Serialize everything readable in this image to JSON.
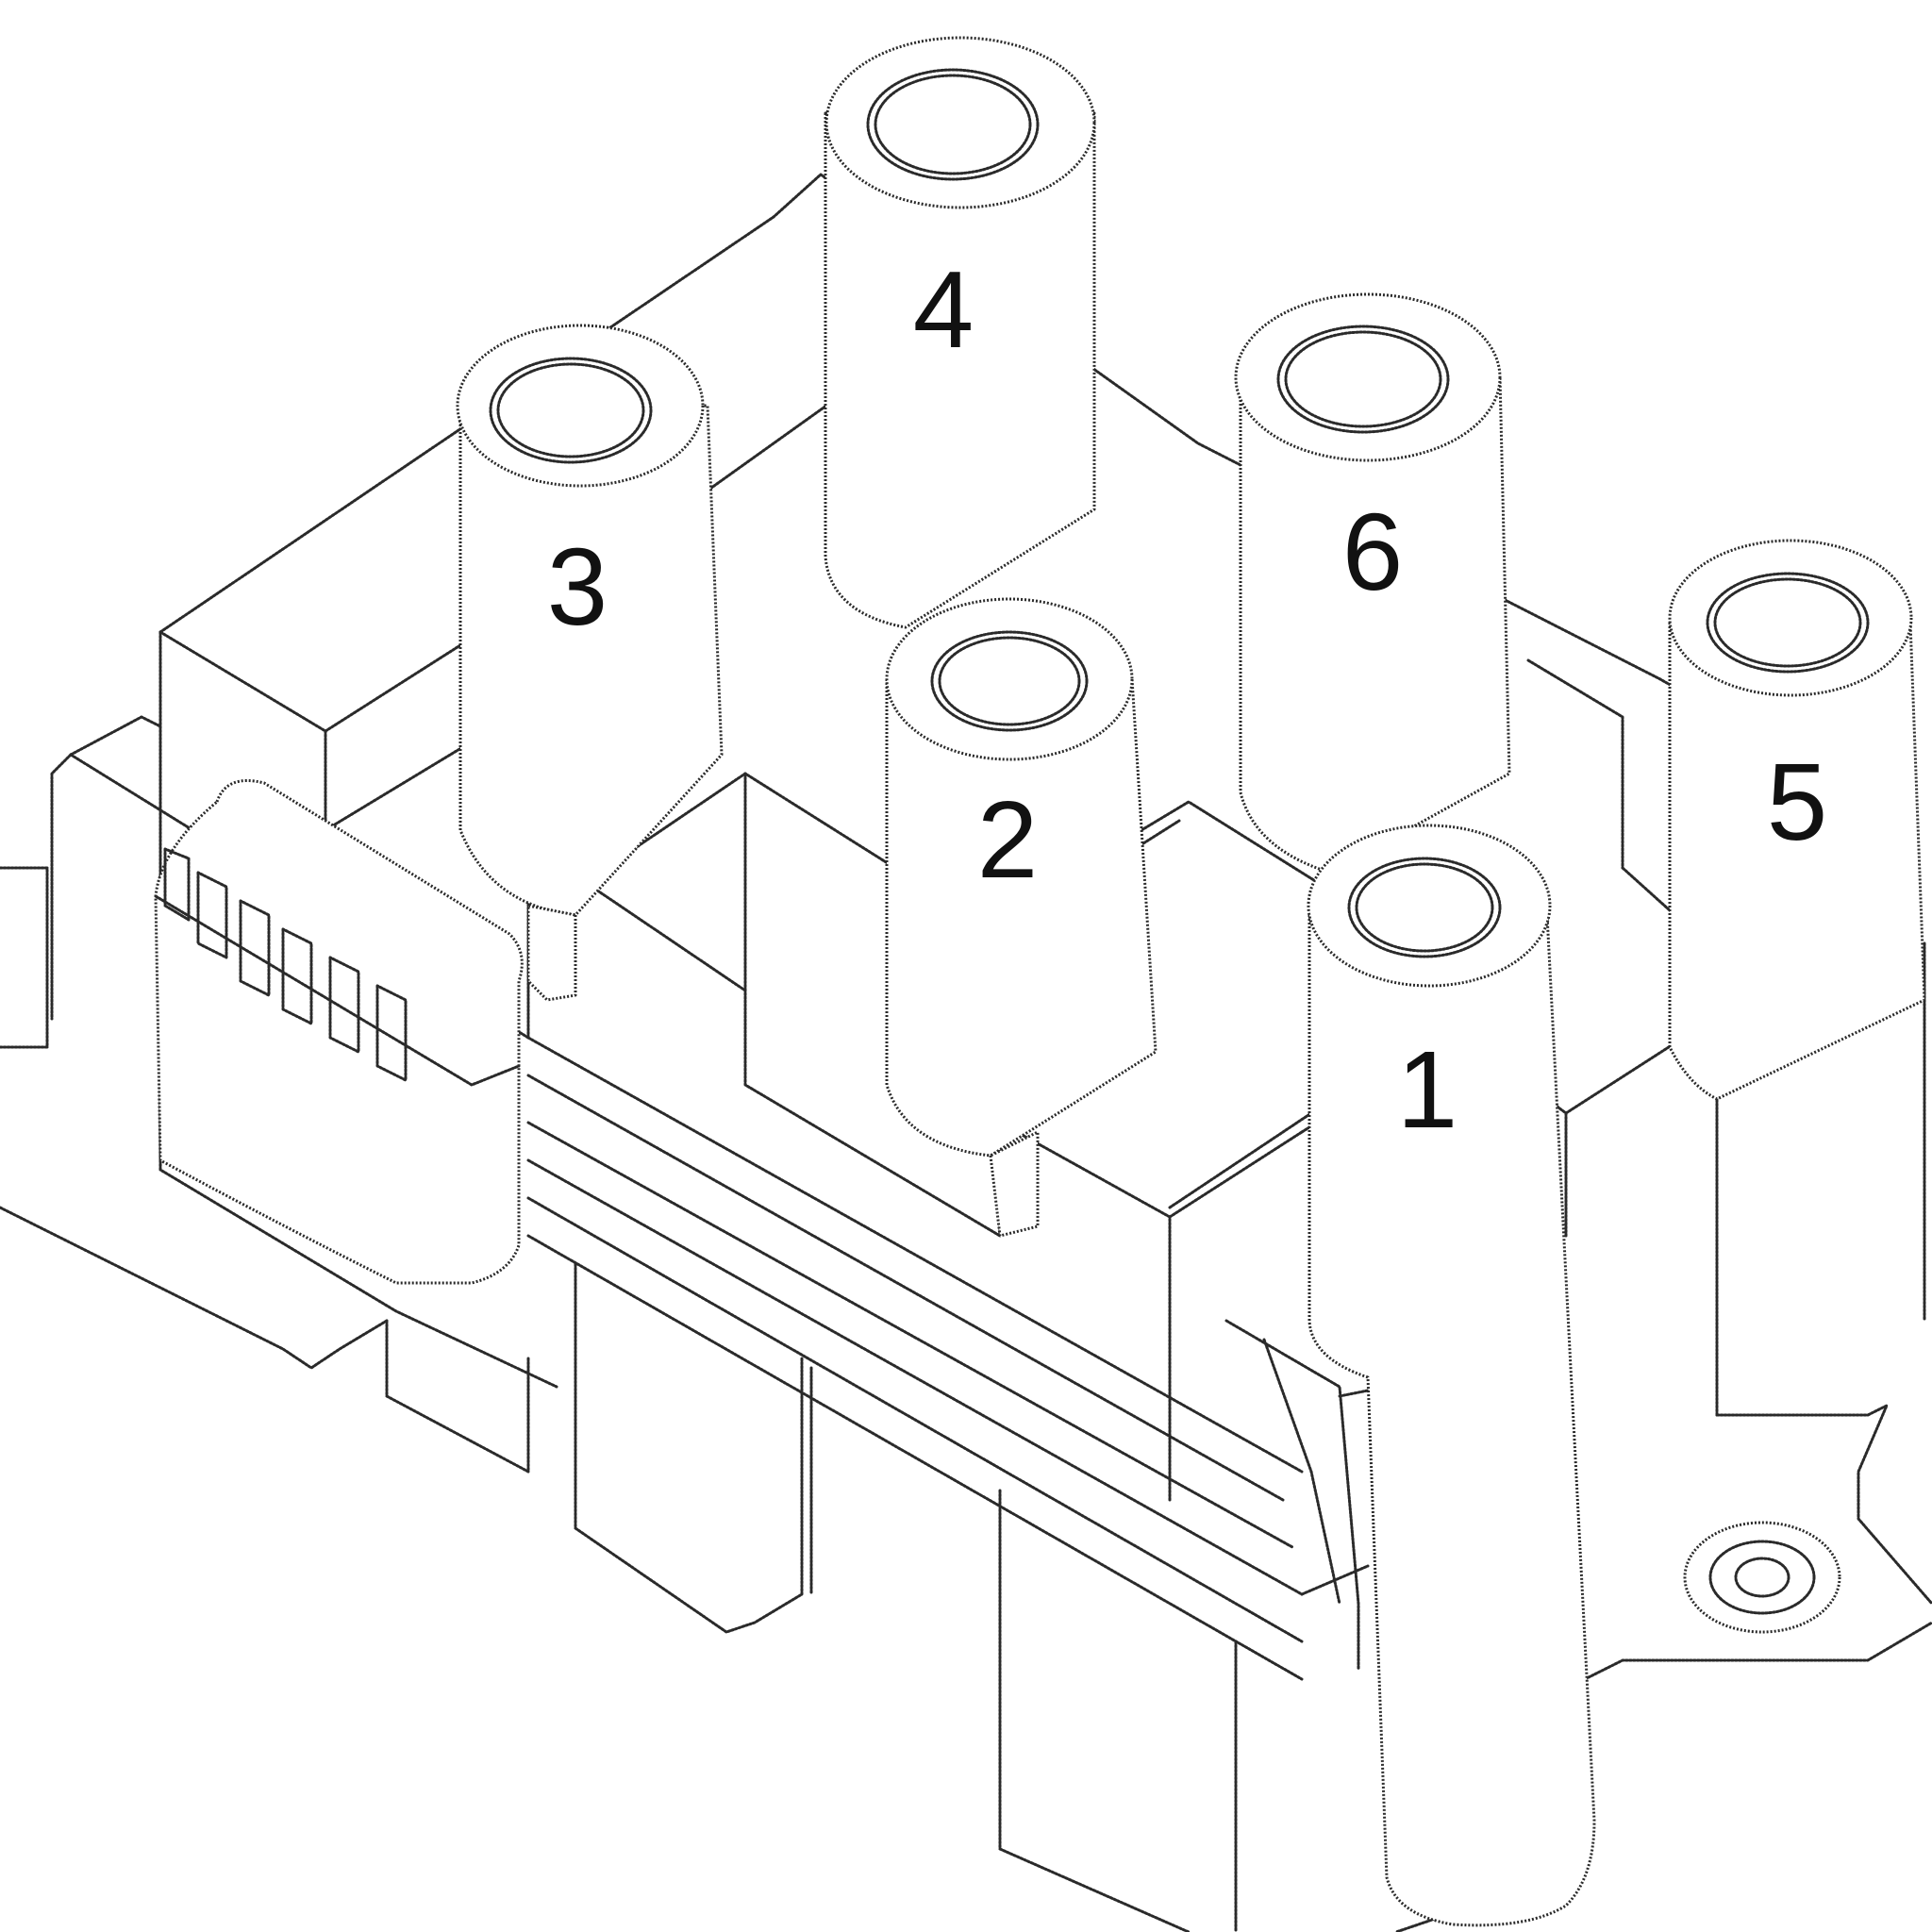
{
  "figure": {
    "towers": [
      {
        "id": "tower-1",
        "label": "1"
      },
      {
        "id": "tower-2",
        "label": "2"
      },
      {
        "id": "tower-3",
        "label": "3"
      },
      {
        "id": "tower-4",
        "label": "4"
      },
      {
        "id": "tower-5",
        "label": "5"
      },
      {
        "id": "tower-6",
        "label": "6"
      }
    ],
    "line_color": "#2a2a2a",
    "background": "#ffffff"
  }
}
